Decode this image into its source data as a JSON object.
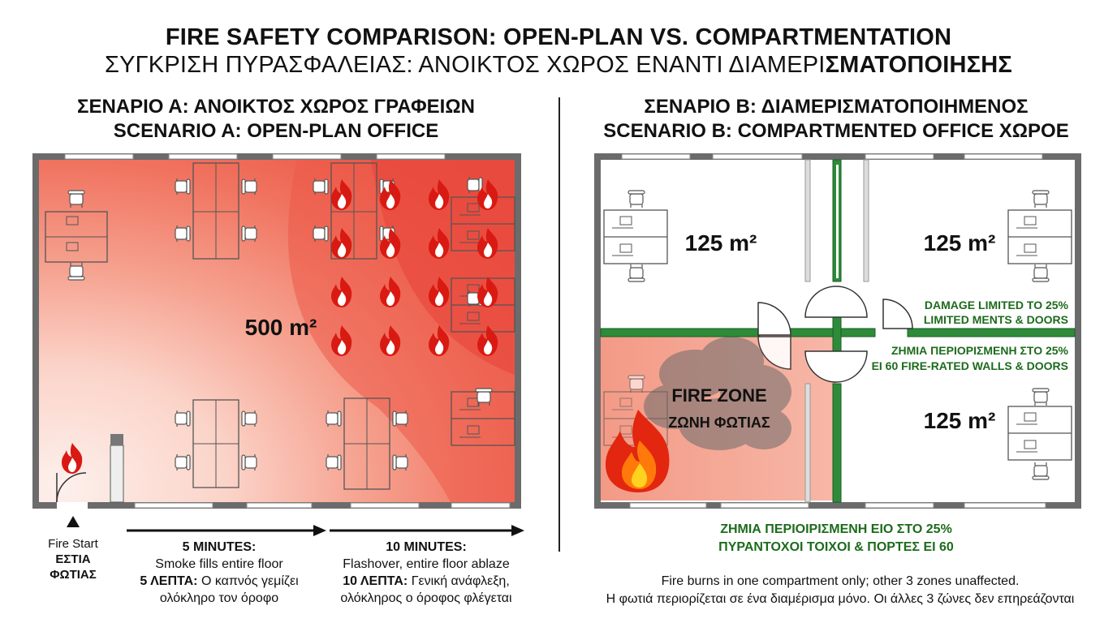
{
  "title": {
    "line1": "FIRE SAFETY COMPARISON: OPEN-PLAN VS. COMPARTMENTATION",
    "line2_regular": "ΣΥΓΚΡΙΣΗ ΠΥΡΑΣΦΑΛΕΙΑΣ: ΑΝΟΙΚΤΟΣ ΧΩΡΟΣ ΕΝΑΝΤΙ ΔΙΑΜΕΡΙ",
    "line2_bold": "ΣΜΑΤΟΠΟΙΗΣΗΣ"
  },
  "scenario_a": {
    "heading_gr": "ΣΕΝΑΡΙΟ Α: ΑΝΟΙΚΤΟΣ ΧΩΡΟΣ ΓΡΑΦΕΙΩΝ",
    "heading_en": "SCENARIO A: OPEN-PLAN OFFICE",
    "area": "500 m²",
    "fire_start_en": "Fire Start",
    "fire_start_gr": "ΕΣΤΙΑ ΦΩΤΙΑΣ",
    "timeline": [
      {
        "time_en": "5 MINUTES:",
        "desc_en": "Smoke fills entire floor",
        "time_gr": "5 ΛΕΠΤΑ:",
        "desc_gr_1": "Ο καπνός γεμίζει",
        "desc_gr_2": "ολόκληρο τον όροφο"
      },
      {
        "time_en": "10 MINUTES:",
        "desc_en": "Flashover, entire floor ablaze",
        "time_gr": "10 ΛΕΠΤΑ:",
        "desc_gr_1": "Γενική ανάφλεξη,",
        "desc_gr_2": "ολόκληρος ο όροφος φλέγεται"
      }
    ]
  },
  "scenario_b": {
    "heading_gr": "ΣΕΝΑΡΙΟ Β: ΔΙΑΜΕΡΙΣΜΑΤΟΠΟΙΗΜΕΝΟΣ",
    "heading_en": "SCENARIO B: COMPARTMENTED OFFICE ΧΩΡΟΕ",
    "rooms": {
      "top_left": "125 m²",
      "top_right": "125 m²",
      "bottom_right": "125 m²"
    },
    "fire_zone_en": "FIRE ZONE",
    "fire_zone_gr": "ΖΩΝΗ ΦΩΤΙΑΣ",
    "note_en_1": "DAMAGE LIMITED TO 25%",
    "note_en_2": "LIMITED MENTS & DOORS",
    "note_gr_1": "ΖΗΜΙΑ ΠΕΡΙΟΡΙΣΜΕΝΗ ΣΤΟ 25%",
    "note_gr_2": "EI 60 FIRE-RATED WALLS & DOORS",
    "bottom_note_1": "ΖΗΜΙΑ ΠΕΡΙΟΙΡΙΣΜΕΝΗ ΕΙΟ ΣΤΟ 25%",
    "bottom_note_2": "ΠΥΡΑΝΤΟΧΟΙ ΤΟΙΧΟΙ & ΠΟΡΤΕΣ ΕΙ 60",
    "caption_en": "Fire burns in one compartment only; other 3 zones unaffected.",
    "caption_gr": "Η φωτιά περιορίζεται σε ένα διαμέρισμα μόνο. Οι άλλες 3 ζώνες δεν επηρεάζονται"
  },
  "colors": {
    "fire_red": "#e8453a",
    "heat_light": "#fbd9d0",
    "wall": "#6b6b6b",
    "fire_wall_green": "#2e8b3a",
    "note_green": "#1c6b1c"
  }
}
